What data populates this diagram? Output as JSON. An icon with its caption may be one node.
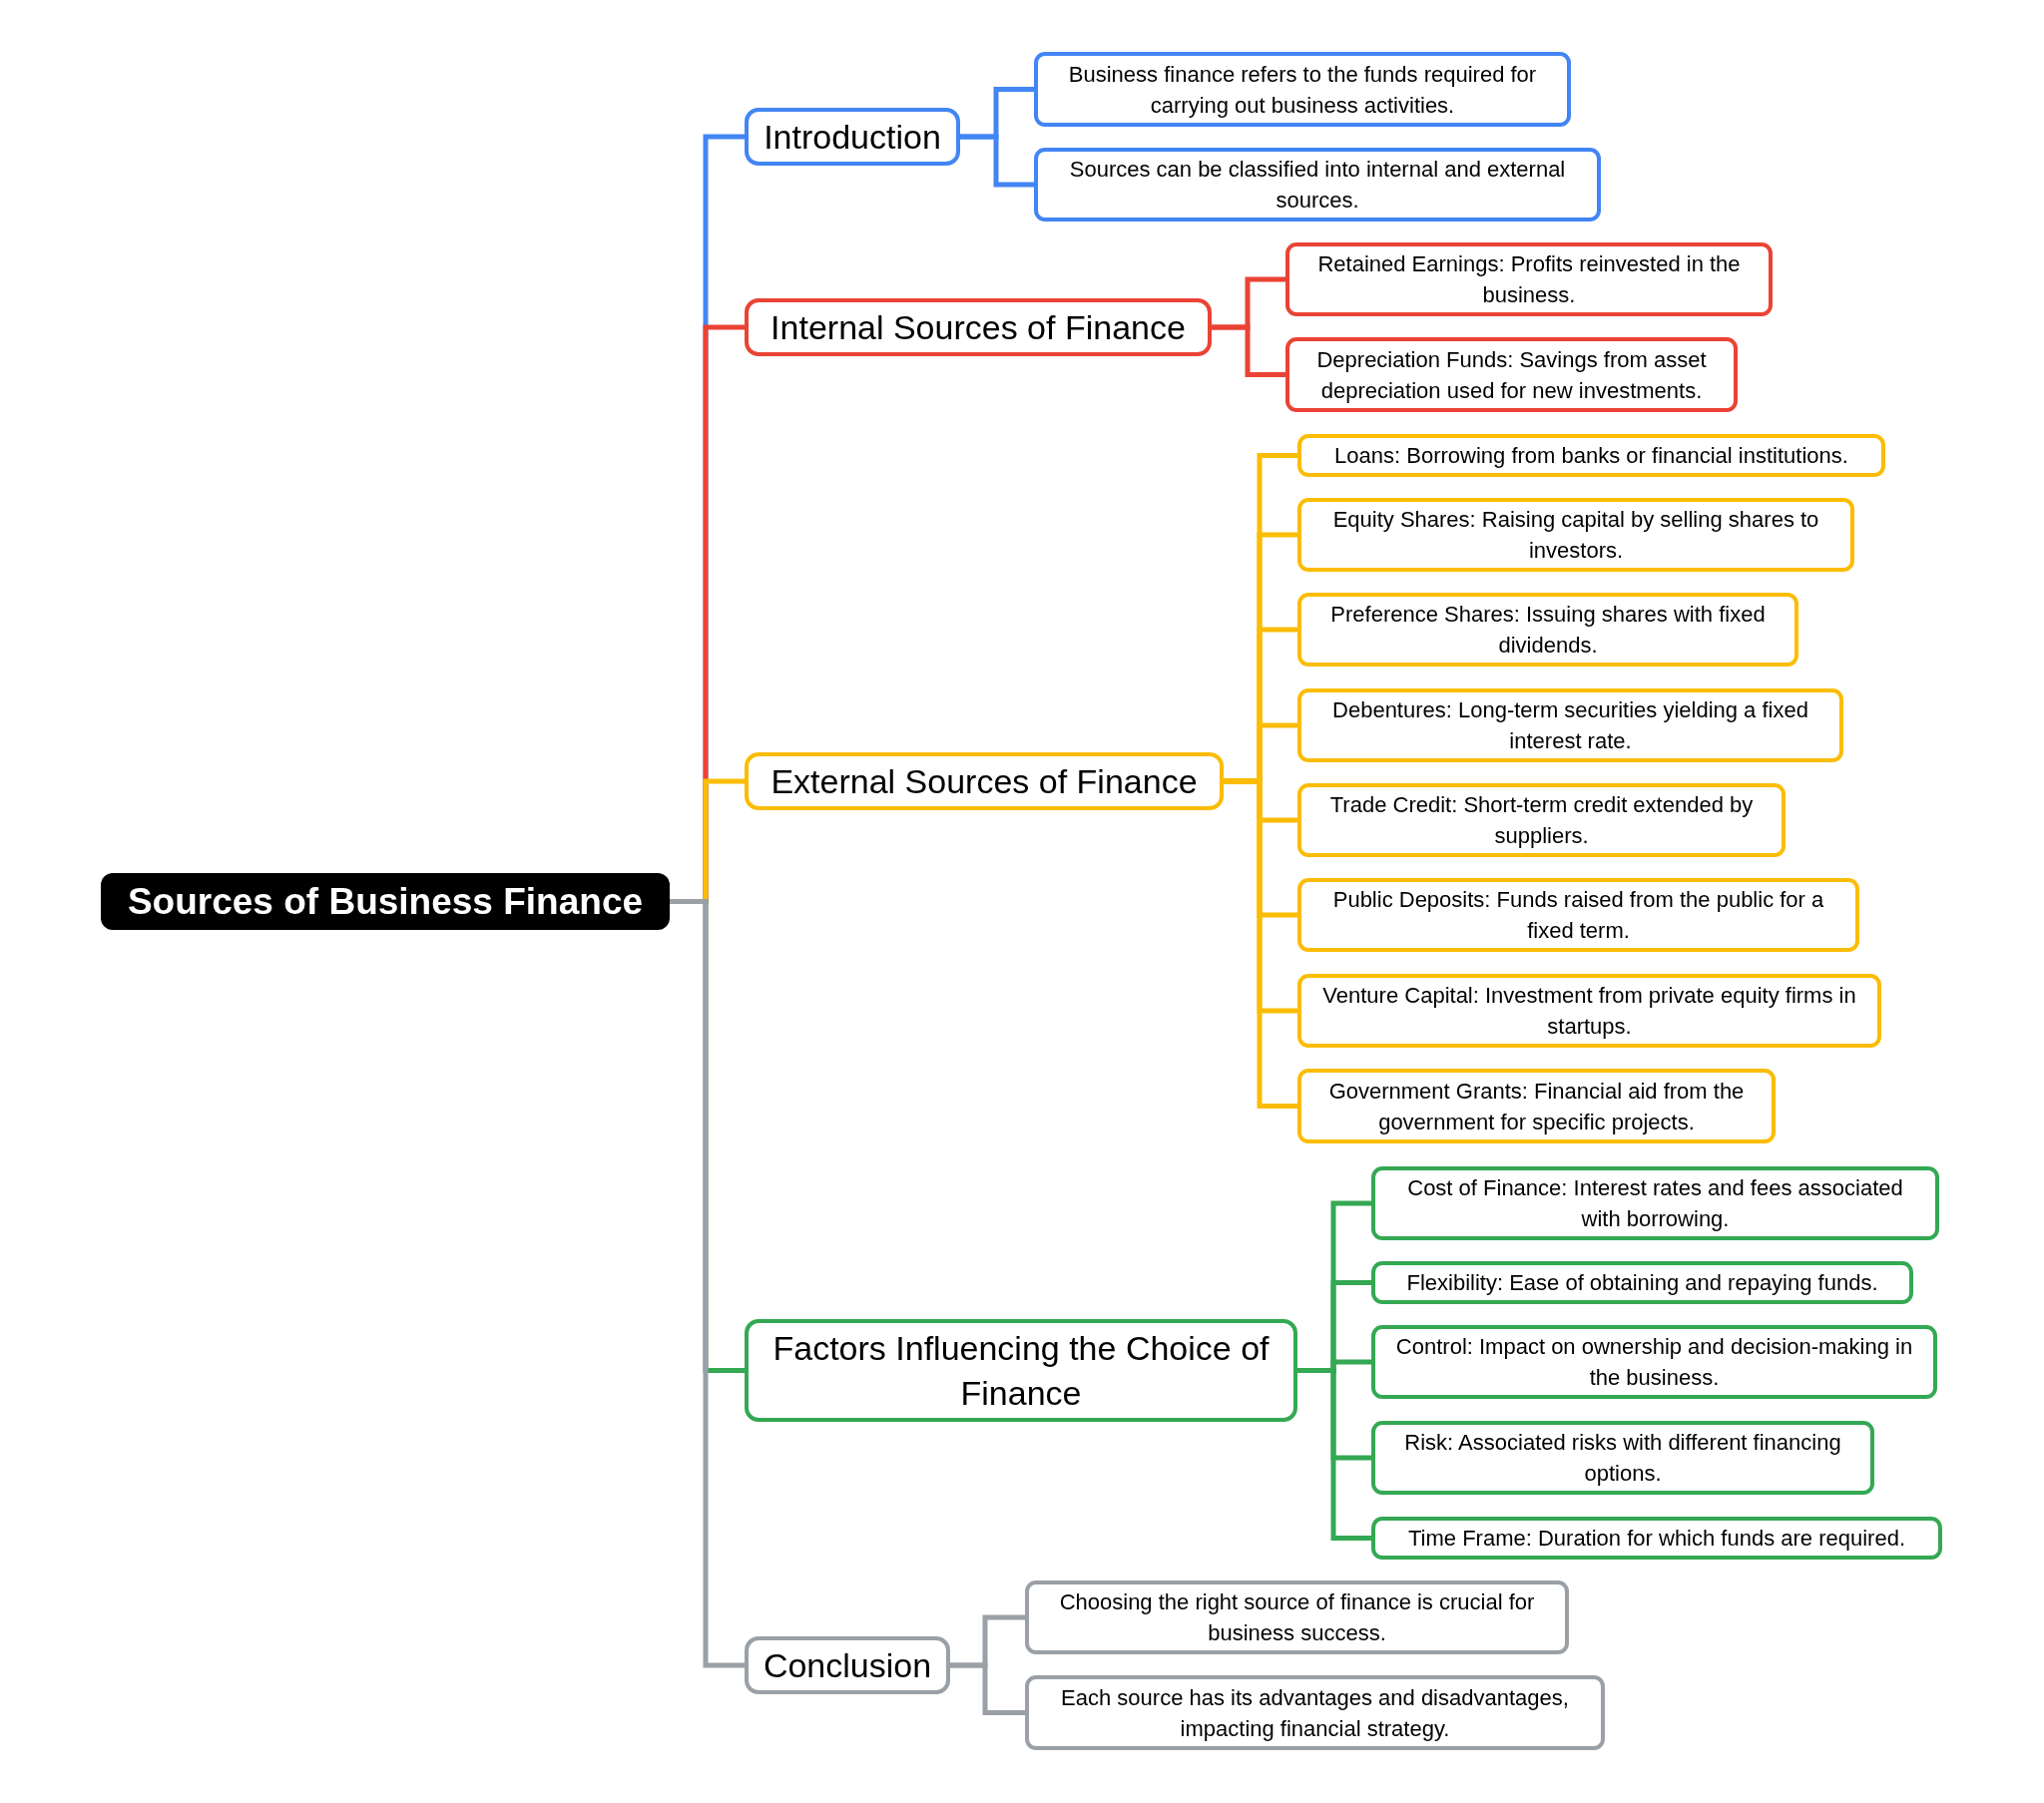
{
  "diagram": {
    "nodes": [
      {
        "text": [
          "Sources of Business Finance"
        ]
      },
      {
        "text": [
          "Introduction"
        ]
      },
      {
        "text": [
          "Business finance refers to the funds required for carrying out business activities."
        ]
      },
      {
        "text": [
          "Sources can be classified into internal and external sources."
        ]
      },
      {
        "text": [
          "Internal Sources of Finance"
        ]
      },
      {
        "text": [
          "Retained Earnings: Profits reinvested in the business."
        ]
      },
      {
        "text": [
          "Depreciation Funds: Savings from asset depreciation used for new investments."
        ]
      },
      {
        "text": [
          "External Sources of Finance"
        ]
      },
      {
        "text": [
          "Loans: Borrowing from banks or financial institutions."
        ]
      },
      {
        "text": [
          "Equity Shares: Raising capital by selling shares to investors."
        ]
      },
      {
        "text": [
          "Preference Shares: Issuing shares with fixed dividends."
        ]
      },
      {
        "text": [
          "Debentures: Long-term securities yielding a fixed interest rate."
        ]
      },
      {
        "text": [
          "Trade Credit: Short-term credit extended by suppliers."
        ]
      },
      {
        "text": [
          "Public Deposits: Funds raised from the public for a fixed term."
        ]
      },
      {
        "text": [
          "Venture Capital: Investment from private equity firms in startups."
        ]
      },
      {
        "text": [
          "Government Grants: Financial aid from the government for specific projects."
        ]
      },
      {
        "text": [
          "Factors Influencing the Choice of Finance"
        ]
      },
      {
        "text": [
          "Cost of Finance: Interest rates and fees associated with borrowing."
        ]
      },
      {
        "text": [
          "Flexibility: Ease of obtaining and repaying funds."
        ]
      },
      {
        "text": [
          "Control: Impact on ownership and decision-making in the business."
        ]
      },
      {
        "text": [
          "Risk: Associated risks with different financing options."
        ]
      },
      {
        "text": [
          "Time Frame: Duration for which funds are required."
        ]
      },
      {
        "text": [
          "Conclusion"
        ]
      },
      {
        "text": [
          "Choosing the right source of finance is crucial for business success."
        ]
      },
      {
        "text": [
          "Each source has its advantages and disadvantages, impacting financial strategy."
        ]
      }
    ],
    "edges": [
      {
        "from": 0,
        "to": 1,
        "arrow": "none",
        "color": "#4285f4"
      },
      {
        "from": 1,
        "to": 2,
        "arrow": "none",
        "color": "#4285f4"
      },
      {
        "from": 1,
        "to": 3,
        "arrow": "none",
        "color": "#4285f4"
      },
      {
        "from": 0,
        "to": 4,
        "arrow": "none",
        "color": "#ea4335"
      },
      {
        "from": 4,
        "to": 5,
        "arrow": "none",
        "color": "#ea4335"
      },
      {
        "from": 4,
        "to": 6,
        "arrow": "none",
        "color": "#ea4335"
      },
      {
        "from": 0,
        "to": 7,
        "arrow": "none"
      },
      {
        "from": 7,
        "to": 8,
        "arrow": "none"
      },
      {
        "from": 7,
        "to": 9,
        "arrow": "none"
      },
      {
        "from": 7,
        "to": 10,
        "arrow": "none"
      },
      {
        "from": 7,
        "to": 11,
        "arrow": "none"
      },
      {
        "from": 7,
        "to": 12,
        "arrow": "none"
      },
      {
        "from": 7,
        "to": 13,
        "arrow": "none"
      },
      {
        "from": 7,
        "to": 14,
        "arrow": "none"
      },
      {
        "from": 7,
        "to": 15,
        "arrow": "none"
      },
      {
        "from": 0,
        "to": 16,
        "arrow": "none",
        "color": "#34a853"
      },
      {
        "from": 16,
        "to": 17,
        "arrow": "none",
        "color": "#34a853"
      },
      {
        "from": 16,
        "to": 18,
        "arrow": "none",
        "color": "#34a853"
      },
      {
        "from": 16,
        "to": 19,
        "arrow": "none",
        "color": "#34a853"
      },
      {
        "from": 16,
        "to": 20,
        "arrow": "none",
        "color": "#34a853"
      },
      {
        "from": 16,
        "to": 21,
        "arrow": "none",
        "color": "#34a853"
      },
      {
        "from": 0,
        "to": 22,
        "arrow": "none",
        "color": "#9aa0a6"
      },
      {
        "from": 22,
        "to": 23,
        "arrow": "none",
        "color": "#9aa0a6"
      },
      {
        "from": 22,
        "to": 24,
        "arrow": "none",
        "color": "#9aa0a6"
      }
    ]
  }
}
